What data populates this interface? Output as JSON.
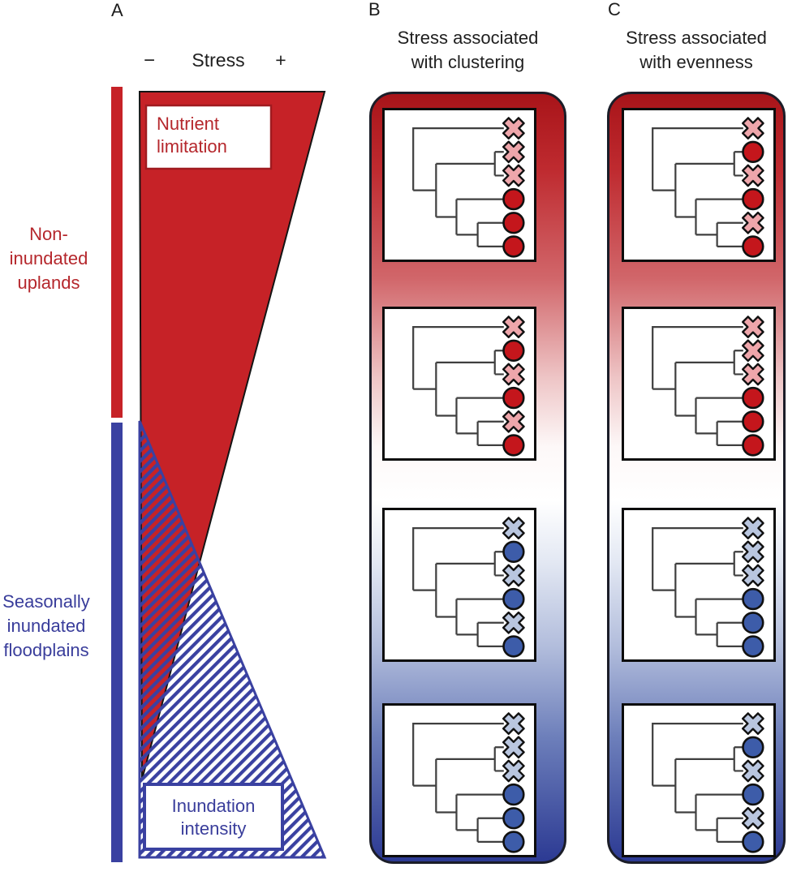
{
  "panel_a": {
    "label": "A",
    "axis_minus": "−",
    "axis_label": "Stress",
    "axis_plus": "+",
    "upland_label": [
      "Non-",
      "inundated",
      "uplands"
    ],
    "floodplain_label": [
      "Seasonally",
      "inundated",
      "floodplains"
    ],
    "nutrient_box": [
      "Nutrient",
      "limitation"
    ],
    "inundation_box": [
      "Inundation",
      "intensity"
    ]
  },
  "panel_b": {
    "label": "B",
    "title": [
      "Stress associated",
      "with clustering"
    ],
    "boxes": [
      {
        "theme": "red",
        "markers": [
          "x",
          "x",
          "x",
          "o",
          "o",
          "o"
        ]
      },
      {
        "theme": "red",
        "markers": [
          "x",
          "o",
          "x",
          "o",
          "x",
          "o"
        ]
      },
      {
        "theme": "blue",
        "markers": [
          "x",
          "o",
          "x",
          "o",
          "x",
          "o"
        ]
      },
      {
        "theme": "blue",
        "markers": [
          "x",
          "x",
          "x",
          "o",
          "o",
          "o"
        ]
      }
    ]
  },
  "panel_c": {
    "label": "C",
    "title": [
      "Stress associated",
      "with evenness"
    ],
    "boxes": [
      {
        "theme": "red",
        "markers": [
          "x",
          "o",
          "x",
          "o",
          "x",
          "o"
        ]
      },
      {
        "theme": "red",
        "markers": [
          "x",
          "x",
          "x",
          "o",
          "o",
          "o"
        ]
      },
      {
        "theme": "blue",
        "markers": [
          "x",
          "x",
          "x",
          "o",
          "o",
          "o"
        ]
      },
      {
        "theme": "blue",
        "markers": [
          "x",
          "o",
          "x",
          "o",
          "x",
          "o"
        ]
      }
    ]
  },
  "colors": {
    "red_fill": "#c62227",
    "red_text": "#b5272c",
    "blue_fill": "#3a41a1",
    "blue_text": "#393d9b",
    "red_circle": "#c4161c",
    "pink_x": "#eea6ab",
    "blue_circle": "#3d5ca9",
    "light_blue_x": "#b9c6df",
    "marker_outline": "#111111",
    "tree_line": "#3f3f3f",
    "column_gradient": [
      "#a81419",
      "#bf2b30",
      "#d1666a",
      "#eec5c6",
      "#fdf8f8",
      "#ffffff",
      "#e3e8f3",
      "#b2bddc",
      "#6c7eba",
      "#2c3a93"
    ]
  }
}
